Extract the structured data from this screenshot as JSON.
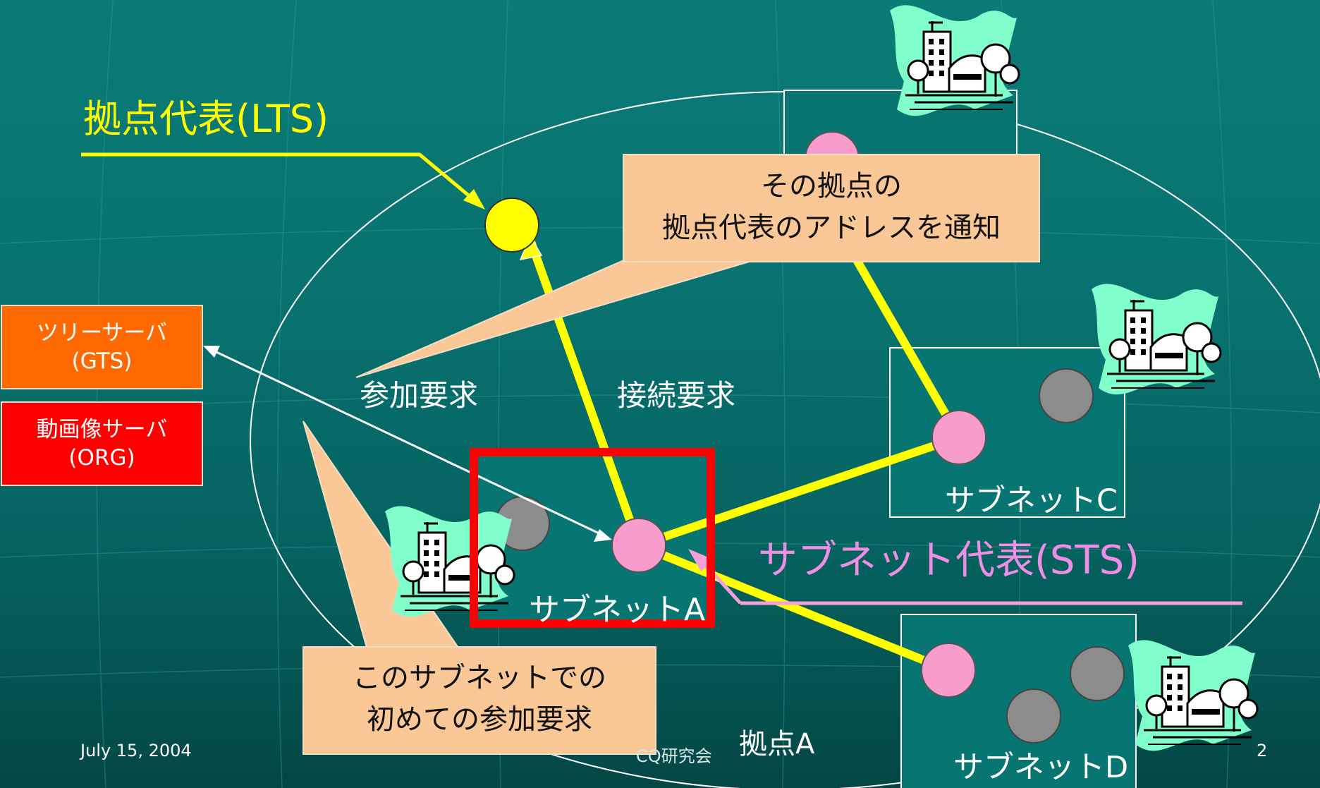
{
  "labels": {
    "lts": "拠点代表(LTS)",
    "sts": "サブネット代表(STS)",
    "join_request": "参加要求",
    "connect_request": "接続要求",
    "site": "拠点A"
  },
  "servers": {
    "gts": {
      "line1": "ツリーサーバ",
      "line2": "(GTS)"
    },
    "org": {
      "line1": "動画像サーバ",
      "line2": "(ORG)"
    }
  },
  "callouts": {
    "notify": {
      "line1": "その拠点の",
      "line2": "拠点代表のアドレスを通知"
    },
    "first_join": {
      "line1": "このサブネットでの",
      "line2": "初めての参加要求"
    }
  },
  "subnets": {
    "a": "サブネットA",
    "c": "サブネットC",
    "d": "サブネットD"
  },
  "footer": {
    "date": "July 15, 2004",
    "org": "CQ研究会",
    "page": "2"
  },
  "colors": {
    "background": "#077571",
    "lts_node": "#ffff00",
    "sts_node": "#f79ccc",
    "client_node": "#8c8c8c",
    "yellow_line": "#ffff00",
    "pink_text": "#f08ee6",
    "callout_fill": "#fac896",
    "gts_fill": "#ff6a00",
    "org_fill": "#ff0000",
    "highlight": "#ff0000"
  },
  "icons": [
    "building-icon"
  ]
}
